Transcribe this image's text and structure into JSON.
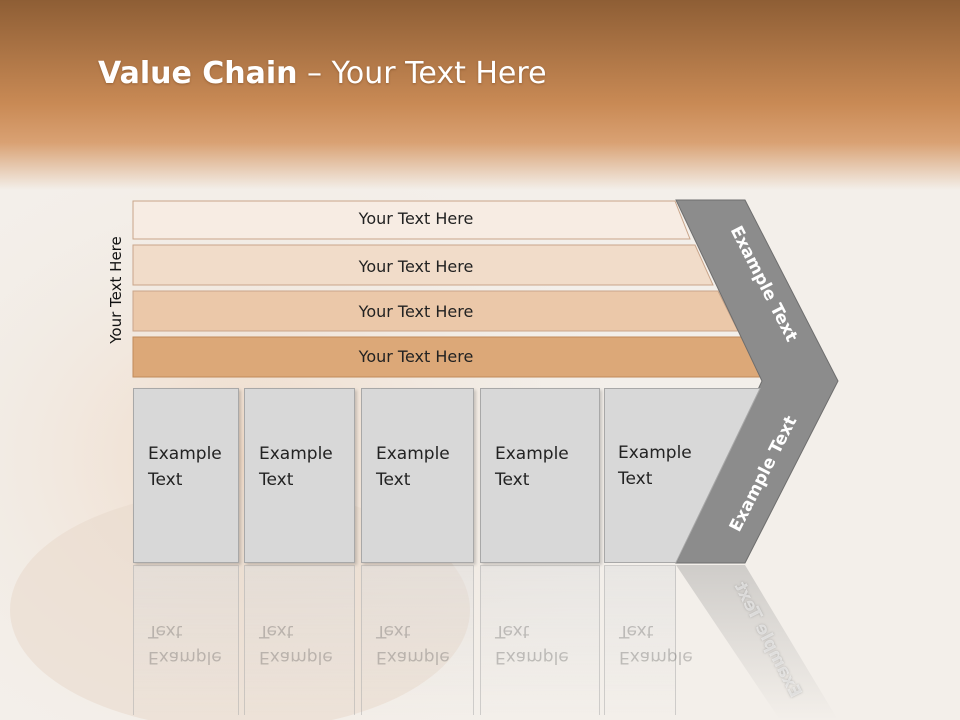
{
  "slide": {
    "title_bold": "Value Chain",
    "title_rest": " – Your Text Here",
    "vertical_label": "Your Text Here",
    "bands": [
      {
        "label": "Your Text Here",
        "color": "#f7ece3"
      },
      {
        "label": "Your Text Here",
        "color": "#f1dcc9"
      },
      {
        "label": "Your Text Here",
        "color": "#ebc8a9"
      },
      {
        "label": "Your Text Here",
        "color": "#dca878"
      }
    ],
    "boxes": [
      {
        "line1": "Example",
        "line2": "Text"
      },
      {
        "line1": "Example",
        "line2": "Text"
      },
      {
        "line1": "Example",
        "line2": "Text"
      },
      {
        "line1": "Example",
        "line2": "Text"
      },
      {
        "line1": "Example",
        "line2": "Text"
      }
    ],
    "chevron_top_label": "Example Text",
    "chevron_bottom_label": "Example Text",
    "colors": {
      "header_top": "#8e5e35",
      "header_bottom": "#d2915a",
      "chevron": "#8c8c8c",
      "box": "#d8d8d8"
    }
  }
}
